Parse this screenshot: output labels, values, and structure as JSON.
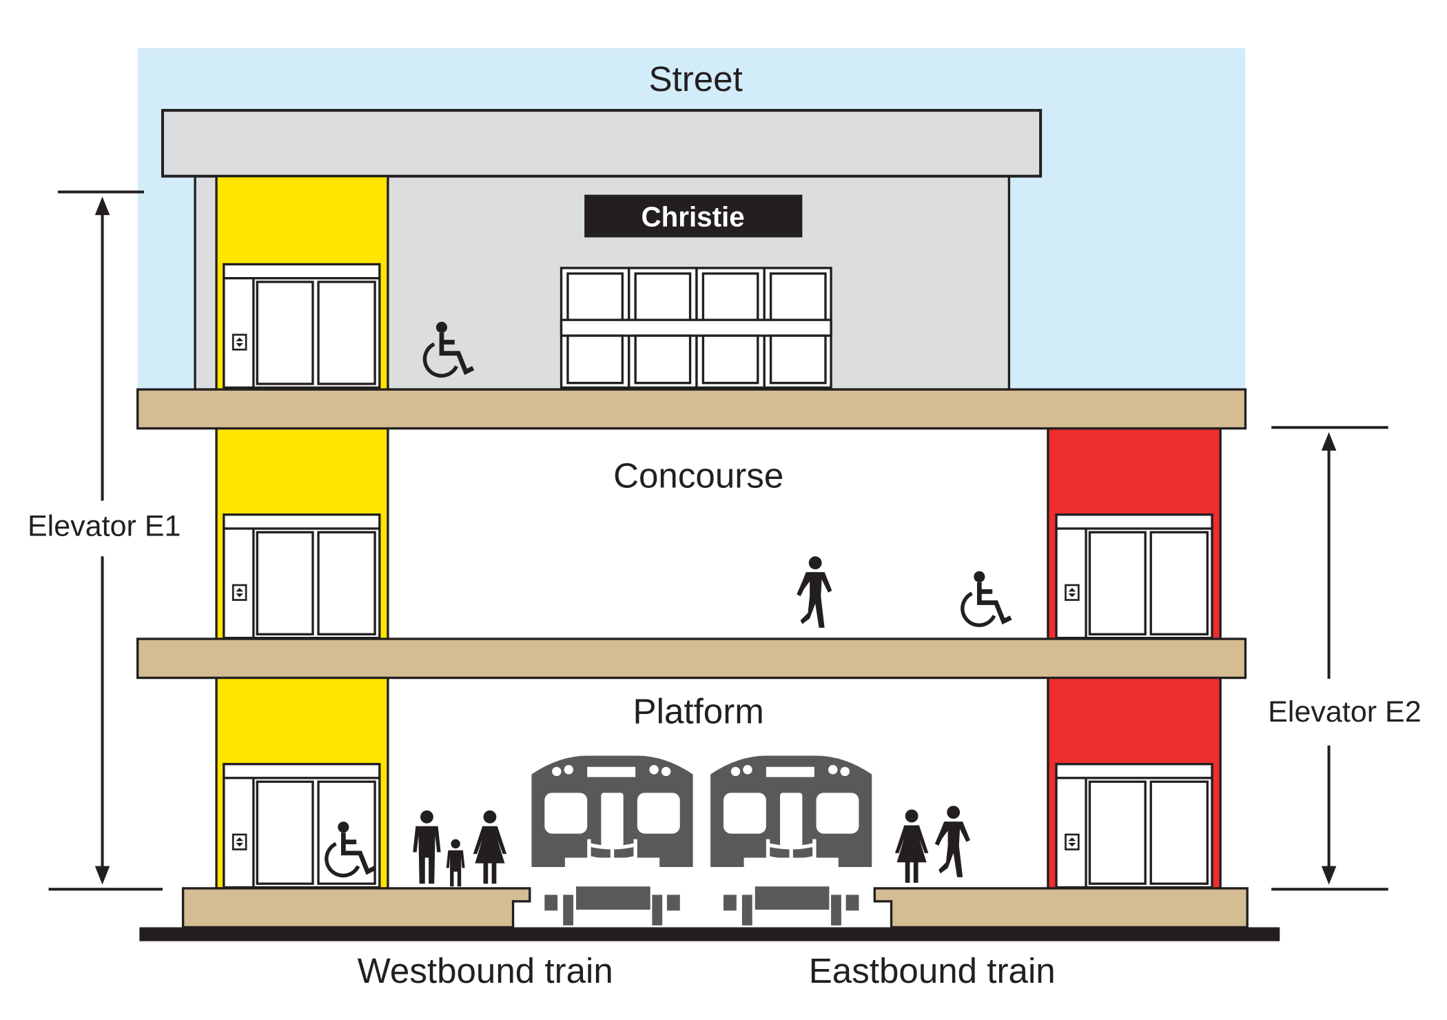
{
  "levels": {
    "street": "Street",
    "concourse": "Concourse",
    "platform": "Platform"
  },
  "station_sign": "Christie",
  "elevators": [
    {
      "label": "Elevator E1",
      "color": "#ffe500",
      "serves": [
        "Street",
        "Concourse",
        "Platform"
      ]
    },
    {
      "label": "Elevator E2",
      "color": "#ee2e2f",
      "serves": [
        "Concourse",
        "Platform"
      ]
    }
  ],
  "trains": {
    "westbound": "Westbound train",
    "eastbound": "Eastbound train"
  },
  "colors": {
    "sky": "#d2ecf9",
    "building": "#dcdddf",
    "slab": "#d4bc93",
    "train": "#58595b",
    "ink": "#231f20"
  }
}
